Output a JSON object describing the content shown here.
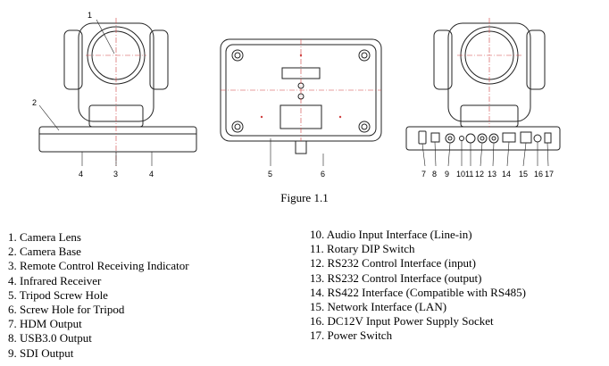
{
  "figure": {
    "caption": "Figure 1.1",
    "front_view_labels": {
      "lens": "1",
      "base": "2",
      "remote_indicator": "3",
      "infrared_left": "4",
      "infrared_right": "4"
    },
    "bottom_view_labels": {
      "tripod_hole": "5",
      "screw_hole": "6"
    },
    "rear_view_labels": [
      "7",
      "8",
      "9",
      "10",
      "11",
      "12",
      "13",
      "14",
      "15",
      "16",
      "17"
    ]
  },
  "legend": {
    "left": [
      "1. Camera Lens",
      "2. Camera Base",
      "3. Remote Control Receiving Indicator",
      "4. Infrared Receiver",
      "5. Tripod Screw Hole",
      "6. Screw Hole for Tripod",
      "7. HDM Output",
      "8. USB3.0 Output",
      "9. SDI Output"
    ],
    "right": [
      "10. Audio Input Interface (Line-in)",
      "11. Rotary DIP Switch",
      "12. RS232 Control Interface (input)",
      "13. RS232 Control Interface (output)",
      "14. RS422 Interface (Compatible with RS485)",
      "15. Network Interface (LAN)",
      "16. DC12V Input Power Supply Socket",
      "17. Power Switch"
    ]
  },
  "colors": {
    "line": "#222222",
    "center_mark": "#d04040"
  }
}
